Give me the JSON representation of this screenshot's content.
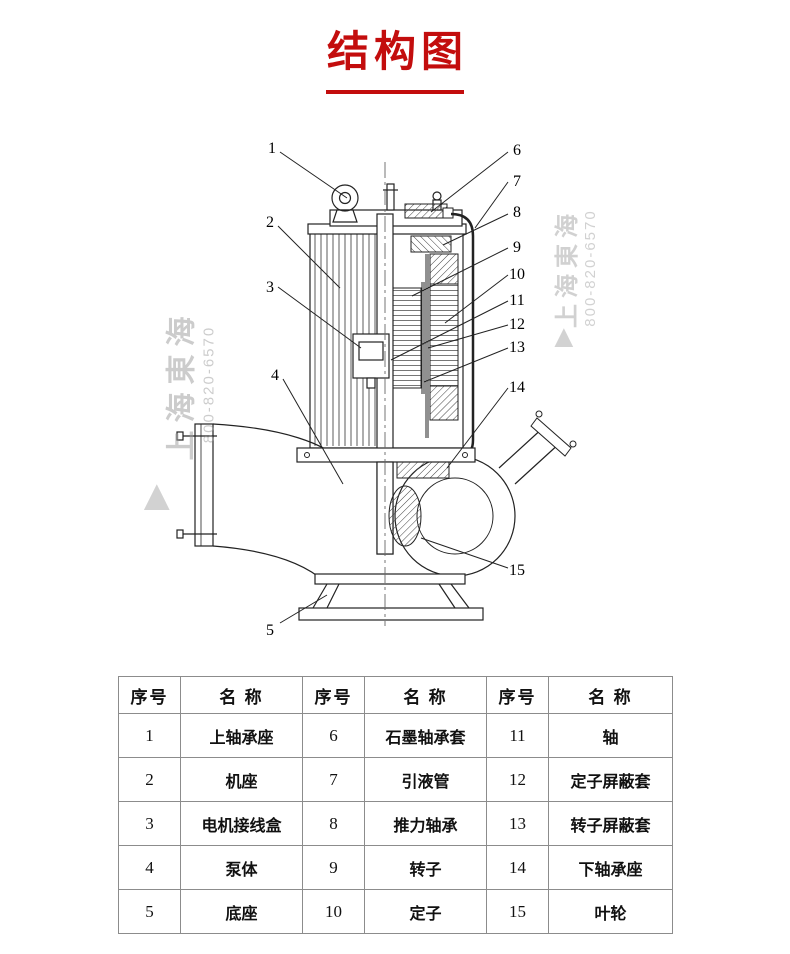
{
  "page": {
    "title": "结构图"
  },
  "watermark": {
    "brand": "上海東海",
    "phone": "800-820-6570",
    "logo_glyph": "▲"
  },
  "diagram": {
    "callouts": [
      "1",
      "2",
      "3",
      "4",
      "5",
      "6",
      "7",
      "8",
      "9",
      "10",
      "11",
      "12",
      "13",
      "14",
      "15"
    ]
  },
  "table": {
    "headers": [
      "序号",
      "名 称",
      "序号",
      "名 称",
      "序号",
      "名 称"
    ],
    "rows": [
      [
        "1",
        "上轴承座",
        "6",
        "石墨轴承套",
        "11",
        "轴"
      ],
      [
        "2",
        "机座",
        "7",
        "引液管",
        "12",
        "定子屏蔽套"
      ],
      [
        "3",
        "电机接线盒",
        "8",
        "推力轴承",
        "13",
        "转子屏蔽套"
      ],
      [
        "4",
        "泵体",
        "9",
        "转子",
        "14",
        "下轴承座"
      ],
      [
        "5",
        "底座",
        "10",
        "定子",
        "15",
        "叶轮"
      ]
    ]
  },
  "colors": {
    "accent_red": "#c30d0d",
    "line": "#222222",
    "watermark_gray": "#b5b5b5",
    "table_border": "#8c8c8c"
  }
}
